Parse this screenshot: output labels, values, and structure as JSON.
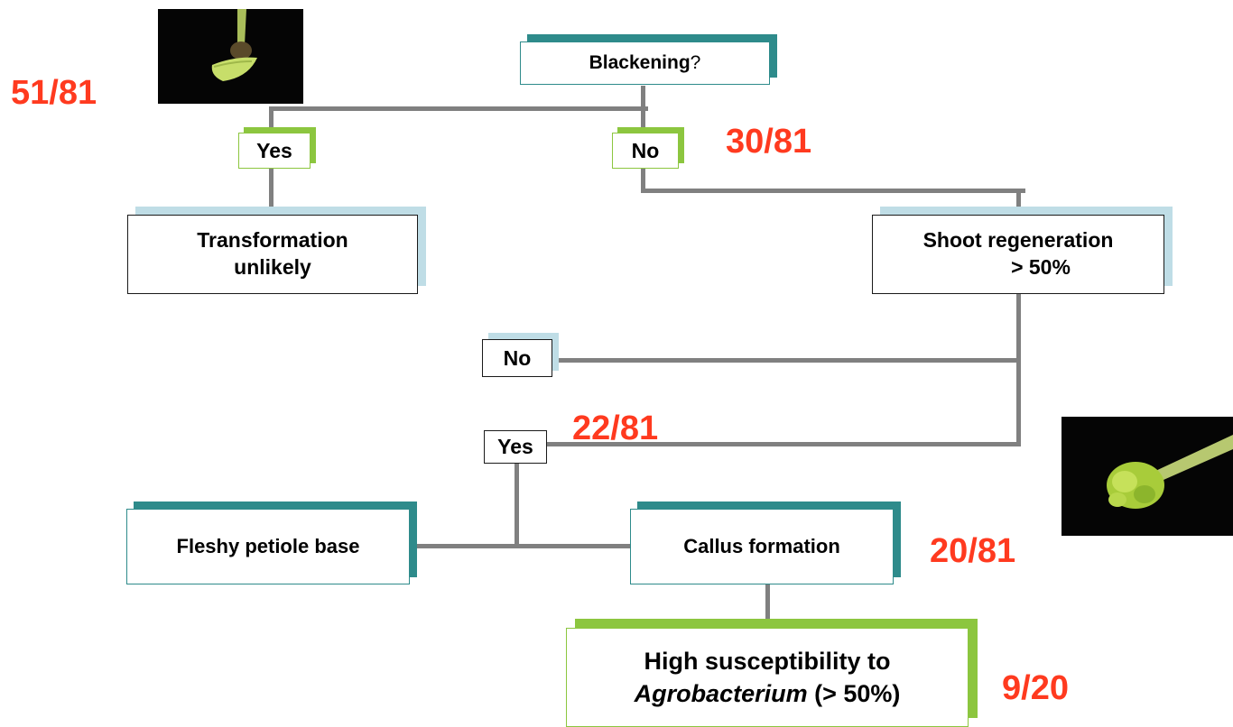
{
  "nodes": {
    "blackening": {
      "strong": "Blackening",
      "rest": "?"
    },
    "transformation_unlikely": {
      "line1": "Transformation",
      "line2": "unlikely"
    },
    "shoot_regeneration": {
      "line1": "Shoot regeneration",
      "line2": "> 50%"
    },
    "fleshy_petiole_base": "Fleshy petiole base",
    "callus_formation": "Callus formation",
    "high_susceptibility": {
      "line1": "High susceptibility to",
      "italic": "Agrobacterium",
      "rest": " (> 50%)"
    }
  },
  "labels": {
    "yes_blackening": "Yes",
    "no_blackening": "No",
    "no_shoot": "No",
    "yes_shoot": "Yes"
  },
  "ratios": {
    "r1": "51/81",
    "r2": "30/81",
    "r3": "22/81",
    "r4": "20/81",
    "r5": "9/20"
  },
  "colors": {
    "ratio": "#ff3a1f",
    "connector": "#808080",
    "green_accent": "#8cc63f",
    "teal_accent": "#2e8b8b",
    "light_accent": "#bfdde6"
  },
  "images": {
    "top_left": "petiole-blackened-photo",
    "right": "petiole-callus-photo"
  }
}
